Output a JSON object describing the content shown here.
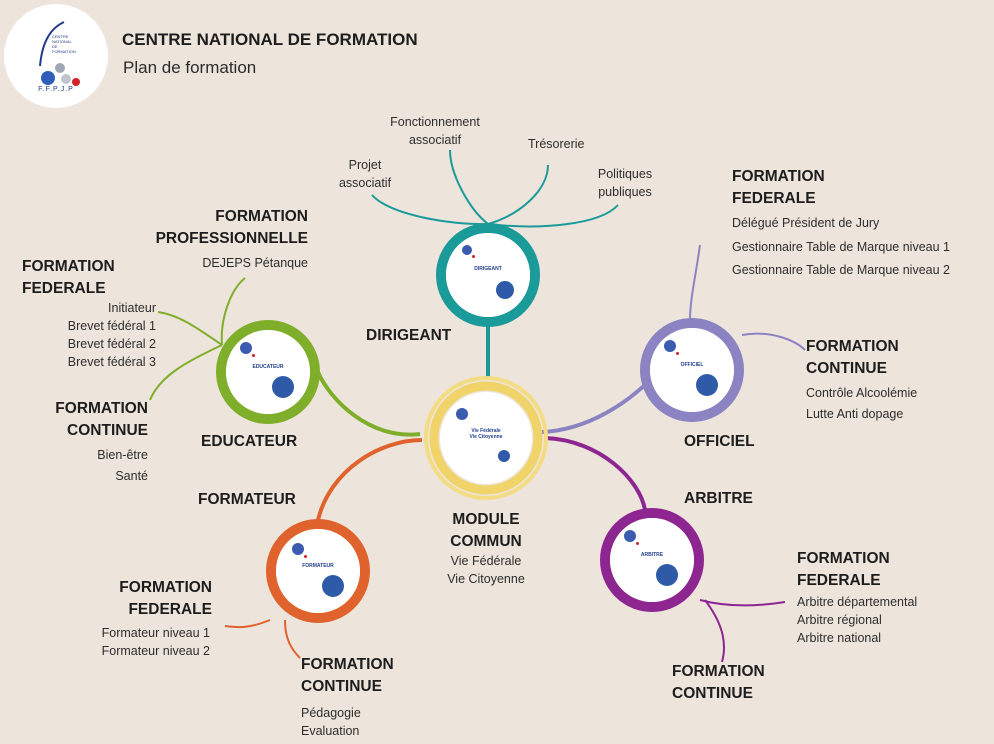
{
  "header": {
    "title": "CENTRE NATIONAL DE FORMATION",
    "subtitle": "Plan de formation"
  },
  "logo": {
    "text_lines": [
      "CENTRE",
      "NATIONAL",
      "DE",
      "FORMATION"
    ],
    "abbreviation": "F.F.P.J.P"
  },
  "center": {
    "title_lines": [
      "MODULE",
      "COMMUN"
    ],
    "items": [
      "Vie Fédérale",
      "Vie Citoyenne"
    ],
    "badge_lines": [
      "Vie Fédérale",
      "Vie Citoyenne"
    ],
    "color": "#f0d46a"
  },
  "dirigeant": {
    "label": "DIRIGEANT",
    "badge": "DIRIGEANT",
    "color": "#1b9a9a",
    "branches": [
      "Projet associatif",
      "Fonctionnement associatif",
      "Trésorerie",
      "Politiques publiques"
    ],
    "branch_lines": {
      "projet": [
        "Projet",
        "associatif"
      ],
      "fonctionnement": [
        "Fonctionnement",
        "associatif"
      ],
      "tresorerie": [
        "Trésorerie"
      ],
      "politiques": [
        "Politiques",
        "publiques"
      ]
    }
  },
  "officiel": {
    "label": "OFFICIEL",
    "badge": "OFFICIEL",
    "color": "#8c83c2",
    "fed_title_lines": [
      "FORMATION",
      "FEDERALE"
    ],
    "fed_items": [
      "Délégué Président de Jury",
      "Gestionnaire Table de Marque niveau 1",
      "Gestionnaire Table de Marque niveau 2"
    ],
    "cont_title_lines": [
      "FORMATION",
      "CONTINUE"
    ],
    "cont_items": [
      "Contrôle Alcoolémie",
      "Lutte Anti dopage"
    ]
  },
  "arbitre": {
    "label": "ARBITRE",
    "badge": "ARBITRE",
    "color": "#8e2691",
    "fed_title_lines": [
      "FORMATION",
      "FEDERALE"
    ],
    "fed_items": [
      "Arbitre départemental",
      "Arbitre régional",
      "Arbitre national"
    ],
    "cont_title_lines": [
      "FORMATION",
      "CONTINUE"
    ]
  },
  "formateur": {
    "label": "FORMATEUR",
    "badge": "FORMATEUR",
    "color": "#e0622c",
    "fed_title_lines": [
      "FORMATION",
      "FEDERALE"
    ],
    "fed_items": [
      "Formateur niveau 1",
      "Formateur niveau 2"
    ],
    "cont_title_lines": [
      "FORMATION",
      "CONTINUE"
    ],
    "cont_items": [
      "Pédagogie",
      "Evaluation"
    ]
  },
  "educateur": {
    "label": "EDUCATEUR",
    "badge": "EDUCATEUR",
    "color": "#7fae2b",
    "pro_title_lines": [
      "FORMATION",
      "PROFESSIONNELLE"
    ],
    "pro_items": [
      "DEJEPS Pétanque"
    ],
    "fed_title_lines": [
      "FORMATION",
      "FEDERALE"
    ],
    "fed_items": [
      "Initiateur",
      "Brevet fédéral 1",
      "Brevet fédéral 2",
      "Brevet fédéral 3"
    ],
    "cont_title_lines": [
      "FORMATION",
      "CONTINUE"
    ],
    "cont_items": [
      "Bien-être",
      "Santé"
    ]
  }
}
